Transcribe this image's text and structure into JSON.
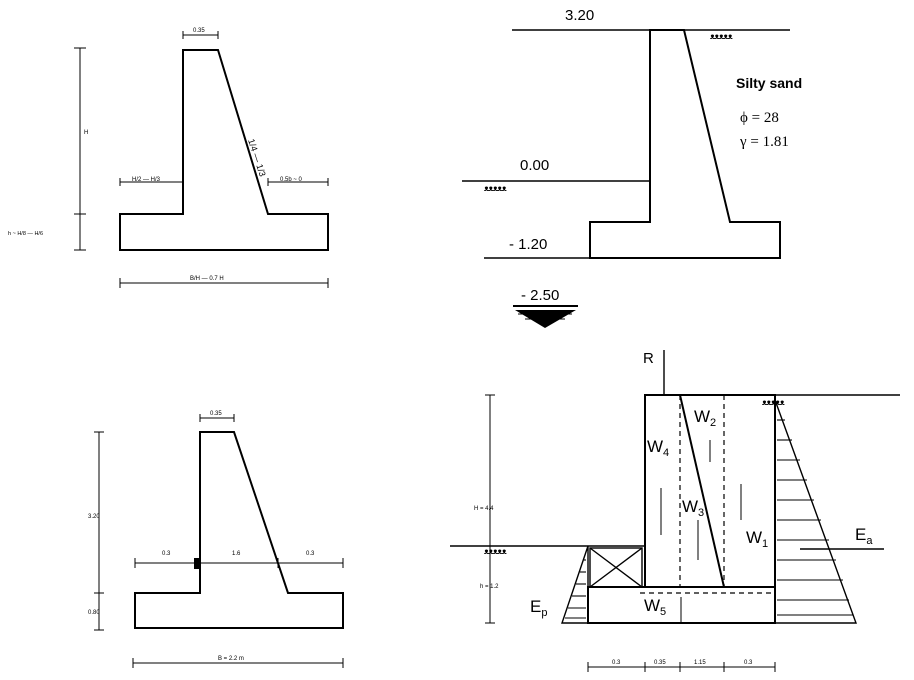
{
  "top_left_drawing": {
    "top_width_label": "0.35",
    "slope_label": "1/4 — 1/3",
    "height_label": "H",
    "left_toe_label": "H/2 — H/3",
    "right_heel_label": "0.5b ~ 0",
    "base_thickness_label": "h ~ H/8 — H/6",
    "base_width_label": "B/H — 0.7 H"
  },
  "top_right_drawing": {
    "level_top": "3.20",
    "level_ground": "0.00",
    "level_base": "- 1.20",
    "level_water": "- 2.50",
    "soil_name": "Silty sand",
    "phi_label": "ϕ = 28",
    "gamma_label": "γ = 1.81",
    "soil_hatch_text": "ᴥᴥᴥᴥᴥ"
  },
  "bottom_left_drawing": {
    "top_width_label": "0.35",
    "height_label": "3.20",
    "base_thickness_label": "0.80",
    "dim_left": "0.3",
    "dim_middle": "1.6",
    "dim_right": "0.3",
    "base_width_label": "B = 2.2 m"
  },
  "bottom_right_drawing": {
    "resultant_label": "R",
    "w1": "W",
    "w1_sub": "1",
    "w2": "W",
    "w2_sub": "2",
    "w3": "W",
    "w3_sub": "3",
    "w4": "W",
    "w4_sub": "4",
    "w5": "W",
    "w5_sub": "5",
    "ea": "E",
    "ea_sub": "a",
    "ep": "E",
    "ep_sub": "p",
    "height_label": "H = 4.4",
    "base_label": "h = 1.2",
    "dim_1": "0.3",
    "dim_2": "0.35",
    "dim_3": "1.15",
    "dim_4": "0.3"
  }
}
